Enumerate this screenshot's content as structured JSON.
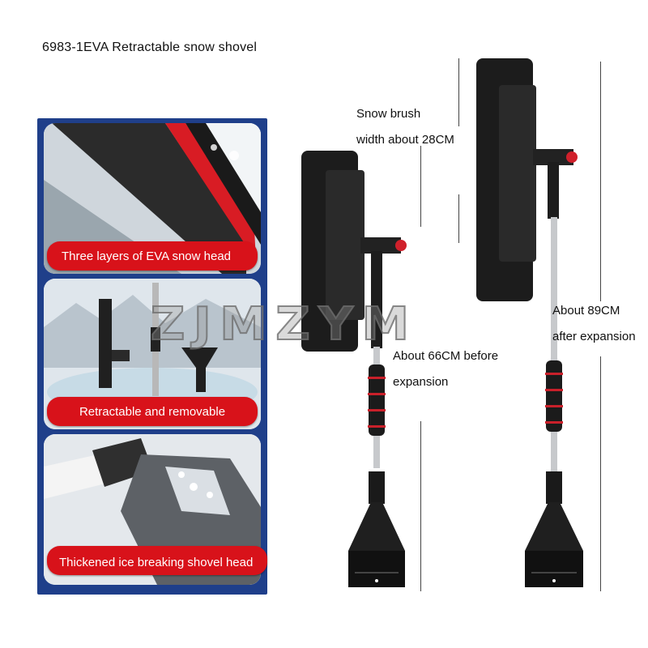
{
  "title": "6983-1EVA Retractable snow shovel",
  "features": [
    {
      "label": "Three layers of EVA snow head"
    },
    {
      "label": "Retractable and removable"
    },
    {
      "label": "Thickened ice breaking shovel head"
    }
  ],
  "annotations": {
    "brush_width": [
      "Snow brush",
      "width about 28CM"
    ],
    "before": [
      "About 66CM before",
      "expansion"
    ],
    "after": [
      "About 89CM",
      "after expansion"
    ]
  },
  "watermark": "ZJMZYM",
  "colors": {
    "panel": "#1f3f8a",
    "banner": "#d8121a",
    "accent": "#d0202b"
  }
}
